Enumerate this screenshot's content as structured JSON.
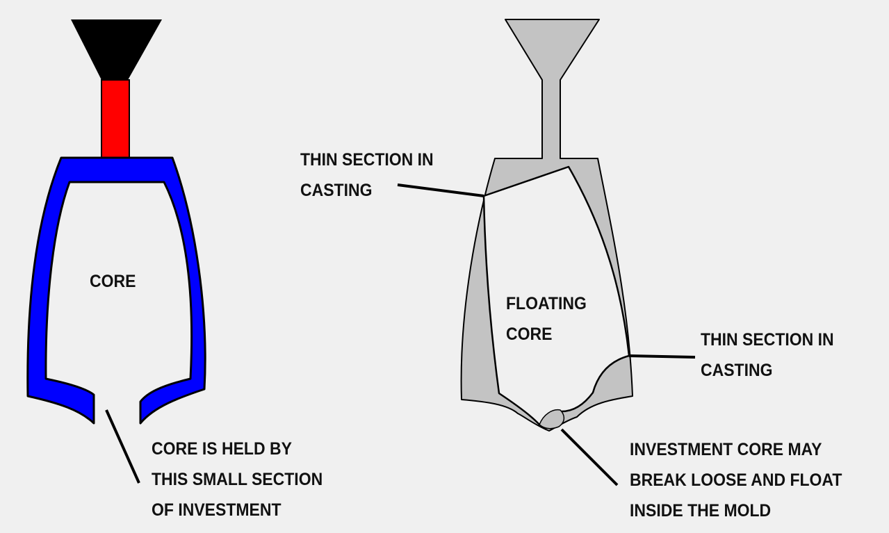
{
  "colors": {
    "background": "#f0f0f0",
    "shell_blue": "#0000ff",
    "sprue_red": "#ff0000",
    "funnel_black": "#000000",
    "casting_gray": "#c3c3c3",
    "outline": "#000000",
    "text": "#111111"
  },
  "left_diagram": {
    "core_label": "CORE",
    "note_lines": [
      "CORE IS HELD BY",
      "THIS SMALL SECTION",
      "OF INVESTMENT"
    ]
  },
  "right_diagram": {
    "core_label_lines": [
      "FLOATING",
      "CORE"
    ],
    "thin_section_top_lines": [
      "THIN SECTION IN",
      "CASTING"
    ],
    "thin_section_right_lines": [
      "THIN SECTION IN",
      "CASTING"
    ],
    "note_lines": [
      "INVESTMENT CORE MAY",
      "BREAK LOOSE AND FLOAT",
      "INSIDE THE MOLD"
    ]
  }
}
